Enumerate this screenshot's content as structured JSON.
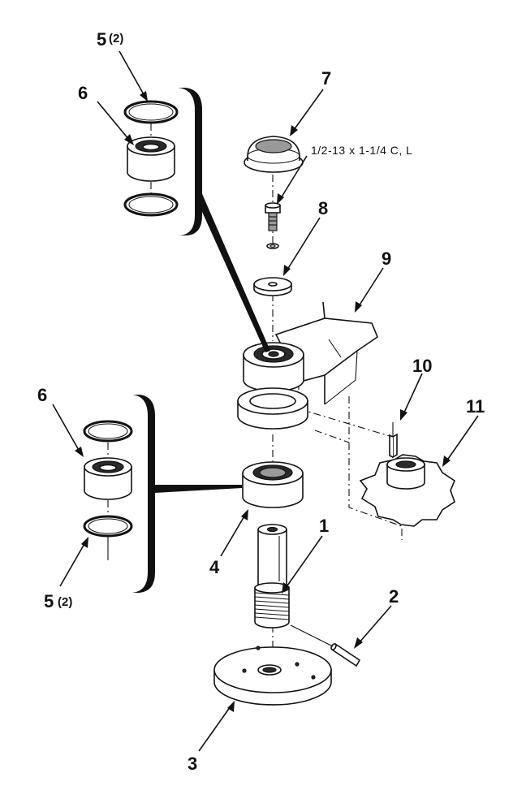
{
  "callouts": {
    "c1": "1",
    "c2": "2",
    "c3": "3",
    "c4": "4",
    "c5_top": "5",
    "c5_top_qty": "(2)",
    "c5_bottom": "5",
    "c5_bottom_qty": "(2)",
    "c6_top": "6",
    "c6_bottom": "6",
    "c7": "7",
    "c8": "8",
    "c9": "9",
    "c10": "10",
    "c11": "11"
  },
  "bolt_spec": "1/2-13 x 1-1/4 C, L",
  "colors": {
    "ink": "#111111",
    "shade": "#9a9a9a",
    "paper": "#ffffff"
  }
}
